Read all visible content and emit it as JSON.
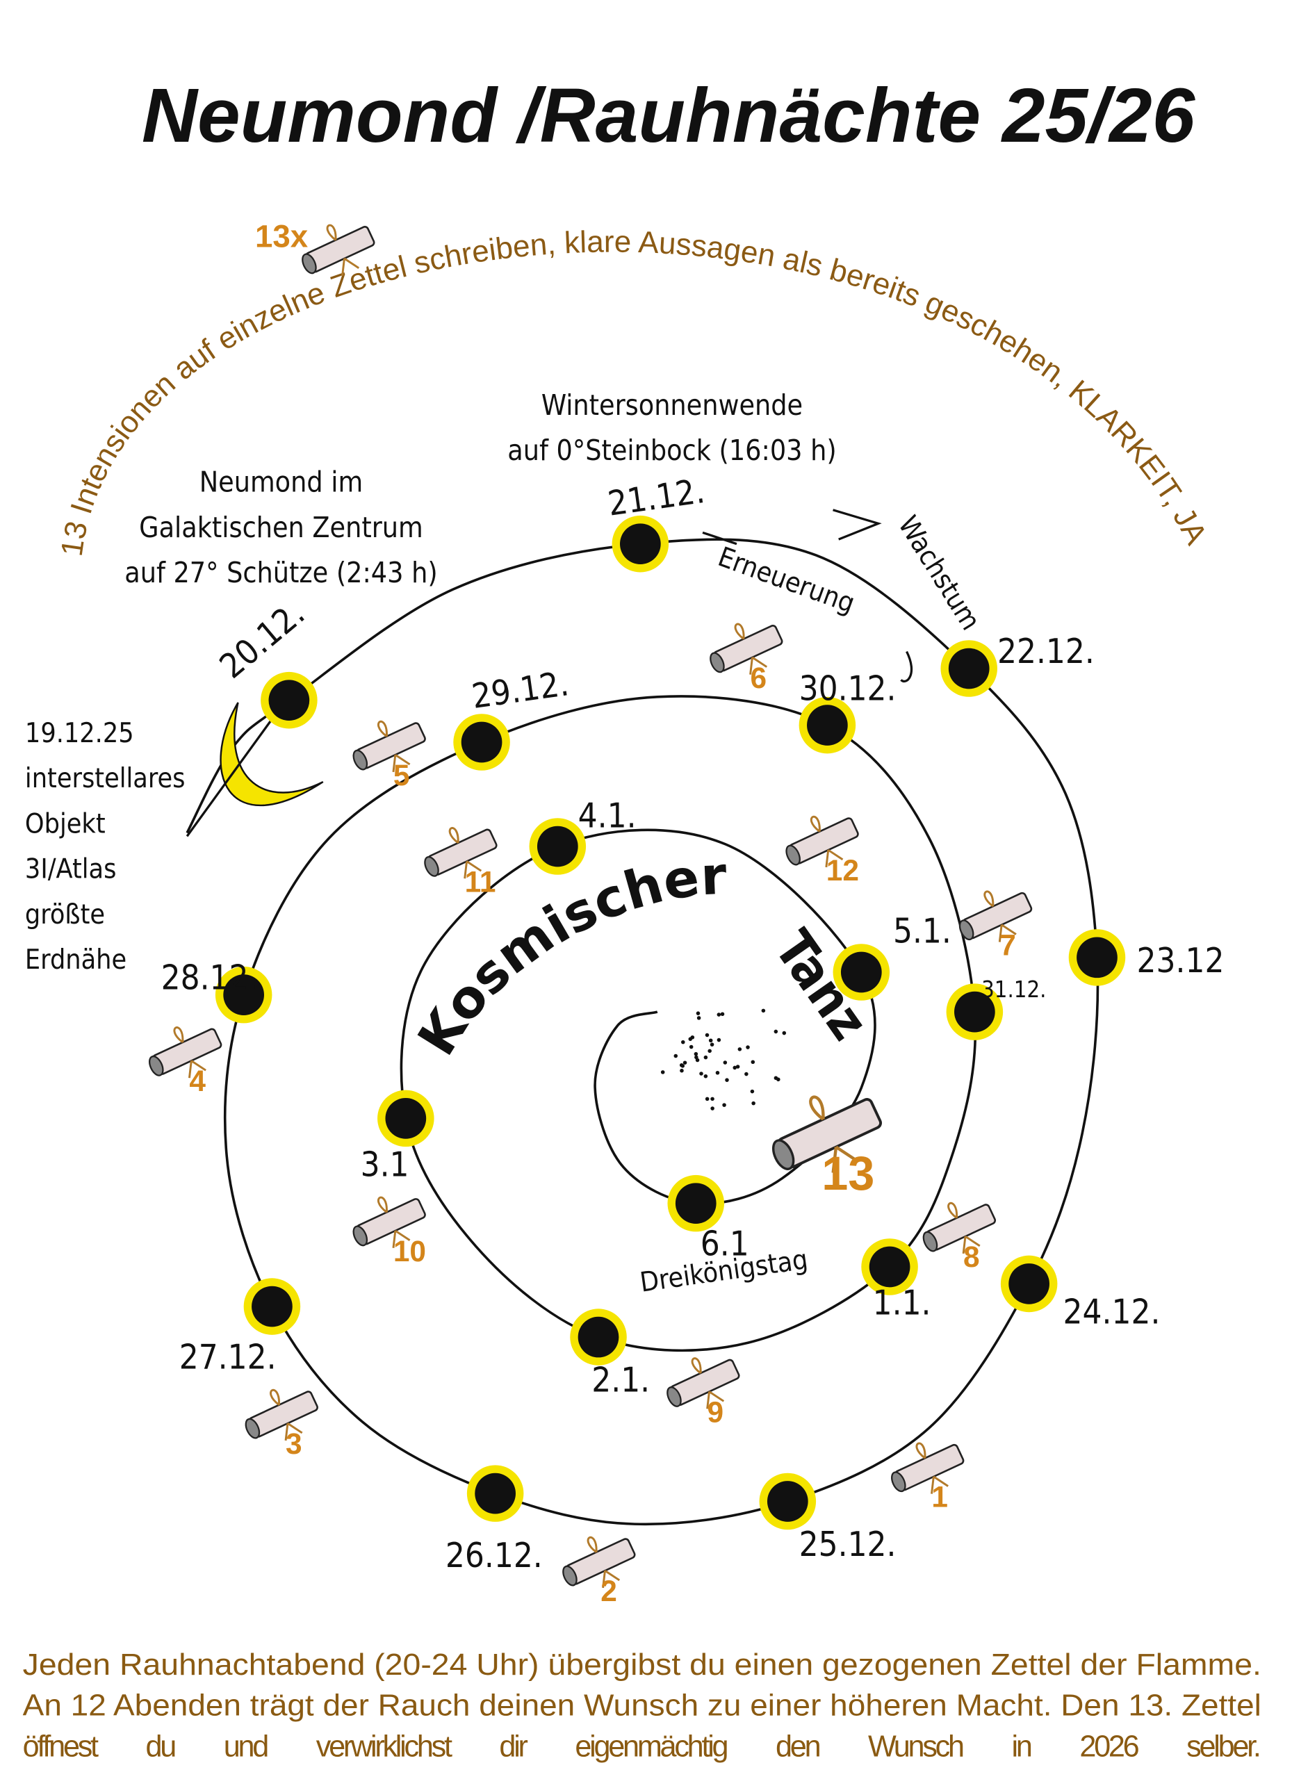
{
  "title": "Neumond /Rauhnächte 25/26",
  "arc_text": "13 Intensionen auf einzelne Zettel schreiben, klare Aussagen als bereits geschehen, KLARKEIT, JA",
  "count_label": "13x",
  "winter_solstice": {
    "line1": "Wintersonnenwende",
    "line2": "auf 0°Steinbock (16:03 h)"
  },
  "new_moon": {
    "line1": "Neumond im",
    "line2": "Galaktischen Zentrum",
    "line3": "auf 27° Schütze (2:43 h)"
  },
  "object_note": [
    "19.12.25",
    "interstellares",
    "Objekt",
    "3I/Atlas",
    "größte",
    "Erdnähe"
  ],
  "growth": {
    "line1": "Wachstum",
    "line2": "Erneuerung"
  },
  "center_title": {
    "word1": "Kosmischer",
    "word2": "Tanz"
  },
  "epiphany": "Dreikönigstag",
  "dates": [
    "20.12.",
    "21.12.",
    "22.12.",
    "23.12",
    "24.12.",
    "25.12.",
    "26.12.",
    "27.12.",
    "28.12.",
    "29.12.",
    "30.12.",
    "31.12.",
    "1.1.",
    "2.1.",
    "3.1",
    "4.1.",
    "5.1.",
    "6.1"
  ],
  "scrolls": [
    "1",
    "2",
    "3",
    "4",
    "5",
    "6",
    "7",
    "8",
    "9",
    "10",
    "11",
    "12",
    "13"
  ],
  "bottom_text": [
    "Jeden Rauhnachtabend (20-24 Uhr) übergibst du einen gezogenen Zettel der Flamme.",
    "An 12 Abenden trägt der Rauch deinen Wunsch zu einer höheren Macht. Den 13. Zettel",
    "öffnest du und verwirklichst dir eigenmächtig den Wunsch in 2026 selber."
  ],
  "colors": {
    "accent_text": "#8b5a14",
    "scroll_number": "#d4851a",
    "sun_yellow": "#f5e400",
    "ink": "#111111"
  }
}
